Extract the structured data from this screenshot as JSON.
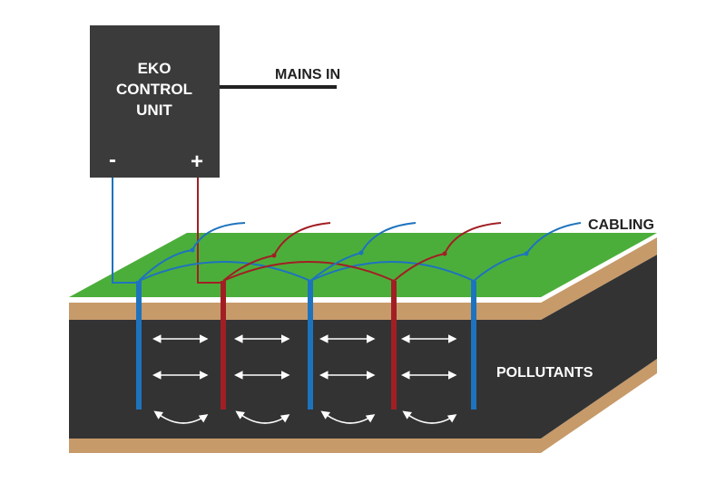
{
  "control_unit": {
    "title_lines": [
      "EKO",
      "CONTROL",
      "UNIT"
    ],
    "negative_terminal": "-",
    "positive_terminal": "+"
  },
  "labels": {
    "mains_in": "MAINS IN",
    "cabling": "CABLING",
    "pollutants": "POLLUTANTS"
  },
  "electrodes": [
    "negative",
    "positive",
    "negative",
    "positive",
    "negative"
  ],
  "colors": {
    "unit_box": "#3b3b3b",
    "unit_text": "#ffffff",
    "grass": "#4cae3a",
    "soil_band": "#c79a6a",
    "soil_core": "#333333",
    "negative_wire": "#1e73be",
    "positive_wire": "#a11f24",
    "flow_arrows": "#ffffff",
    "label_text": "#222222"
  }
}
